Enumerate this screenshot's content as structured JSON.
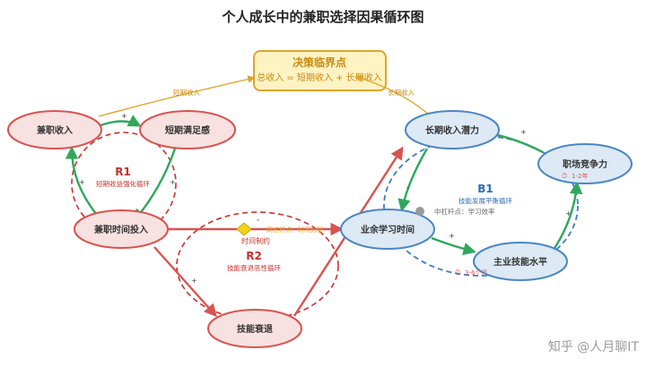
{
  "title": "个人成长中的兼职选择因果循环图",
  "decision_box": {
    "title": "决策临界点",
    "formula": "总收入 = 短期收入 + 长期收入"
  },
  "nodes": {
    "part_time_income": "兼职收入",
    "short_satisfaction": "短期满足感",
    "part_time_input": "兼职时间投入",
    "skill_decline": "技能衰退",
    "spare_learning": "业余学习时间",
    "long_income_potential": "长期收入潜力",
    "career_competitiveness": "职场竞争力",
    "main_skill_level": "主业技能水平"
  },
  "loops": {
    "r1": {
      "label": "R1",
      "desc": "短期收益强化循环"
    },
    "r2": {
      "label": "R2",
      "desc": "技能衰退恶性循环"
    },
    "b1": {
      "label": "B1",
      "desc": "技能发展平衡循环",
      "leverage": "中杠杆点：学习效率"
    }
  },
  "edge_labels": {
    "short_income": "短期收入",
    "long_income": "长期收入",
    "time_constraint": "时间制约",
    "high_leverage": "高杠杆点：时间分配"
  },
  "delays": {
    "delay_1_2": "1-2年",
    "delay_3_6": "3-6个月"
  },
  "watermark": "知乎 @人月聊IT",
  "colors": {
    "red_stroke": "#d9534f",
    "red_fill": "#f8e1e1",
    "blue_stroke": "#4a86c5",
    "blue_fill": "#dde9f5",
    "green": "#2fa85a",
    "gold": "#e0a52a",
    "gold_fill": "#fff3c4"
  }
}
